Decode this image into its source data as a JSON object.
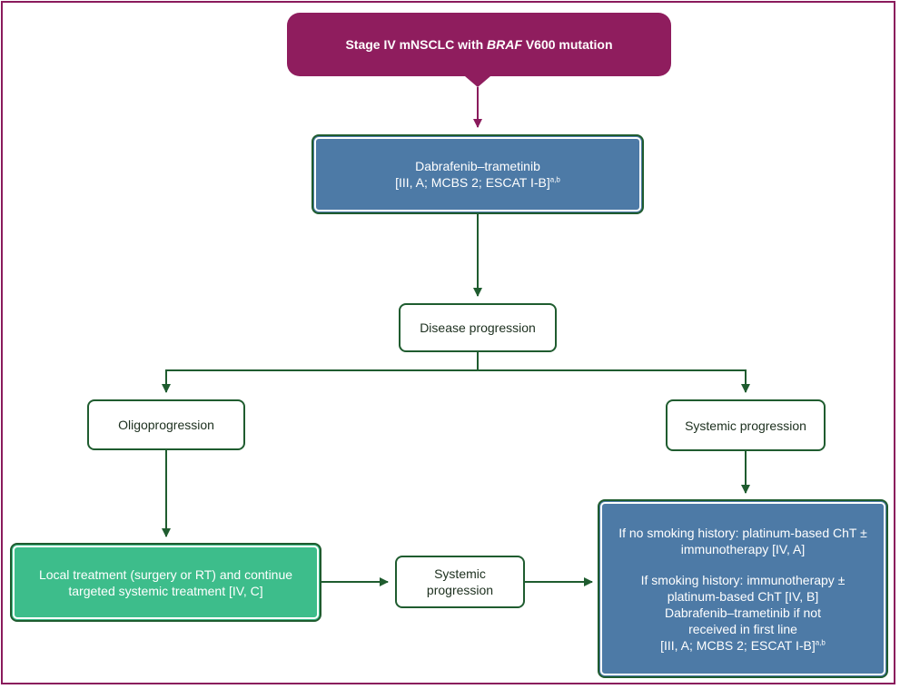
{
  "colors": {
    "frame": "#8a1b5c",
    "start_fill": "#8f1d5e",
    "blue_fill": "#4d7aa6",
    "green_fill": "#3dbd8b",
    "edge": "#1f5c2f"
  },
  "nodes": {
    "start": {
      "pre": "Stage IV mNSCLC with ",
      "gene": "BRAF",
      "post": " V600 mutation"
    },
    "dabrafenib_first": {
      "line1": "Dabrafenib–trametinib",
      "line2": "[III, A; MCBS 2; ESCAT I-B]",
      "sup": "a,b"
    },
    "disease_progression": {
      "label": "Disease progression"
    },
    "oligoprogression": {
      "label": "Oligoprogression"
    },
    "systemic_progression_right": {
      "label": "Systemic progression"
    },
    "local_treatment": {
      "line1": "Local treatment (surgery or RT) and continue",
      "line2": "targeted systemic treatment [IV, C]"
    },
    "systemic_progression_mid": {
      "line1": "Systemic",
      "line2": "progression"
    },
    "final_options": {
      "line1": "If no smoking history: platinum-based ChT ±",
      "line2": "immunotherapy [IV, A]",
      "line3": "If smoking history: immunotherapy ±",
      "line4": "platinum-based ChT [IV, B]",
      "line5": "Dabrafenib–trametinib if not",
      "line6": "received in first line",
      "line7": "[III, A; MCBS 2; ESCAT I-B]",
      "sup": "a,b"
    }
  }
}
